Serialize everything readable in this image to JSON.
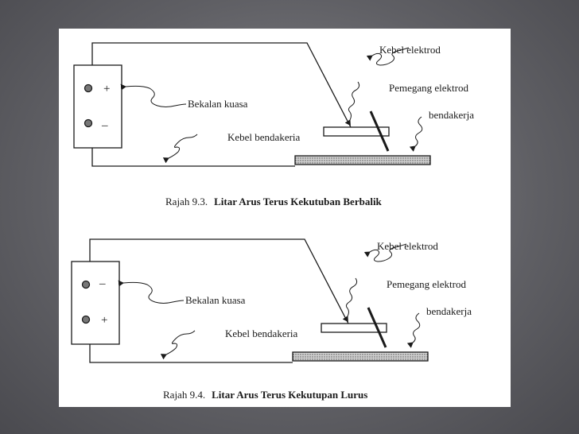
{
  "figure_top": {
    "labels": {
      "electrode_cable": "Kebel elektrod",
      "electrode_holder": "Pemegang elektrod",
      "workpiece": "bendakerja",
      "power_supply": "Bekalan kuasa",
      "work_cable": "Kebel bendakeria"
    },
    "terminals": {
      "top": "+",
      "bottom": "–"
    },
    "caption_prefix": "Rajah 9.3.",
    "caption_title": "Litar Arus Terus Kekutuban Berbalik"
  },
  "figure_bottom": {
    "labels": {
      "electrode_cable": "Kebel elektrod",
      "electrode_holder": "Pemegang elektrod",
      "workpiece": "bendakerja",
      "power_supply": "Bekalan kuasa",
      "work_cable": "Kebel bendakeria"
    },
    "terminals": {
      "top": "–",
      "bottom": "+"
    },
    "caption_prefix": "Rajah 9.4.",
    "caption_title": "Litar Arus Terus Kekutupan Lurus"
  },
  "colors": {
    "background": "#5f5f64",
    "paper": "#ffffff",
    "ink": "#1a1a1a"
  }
}
